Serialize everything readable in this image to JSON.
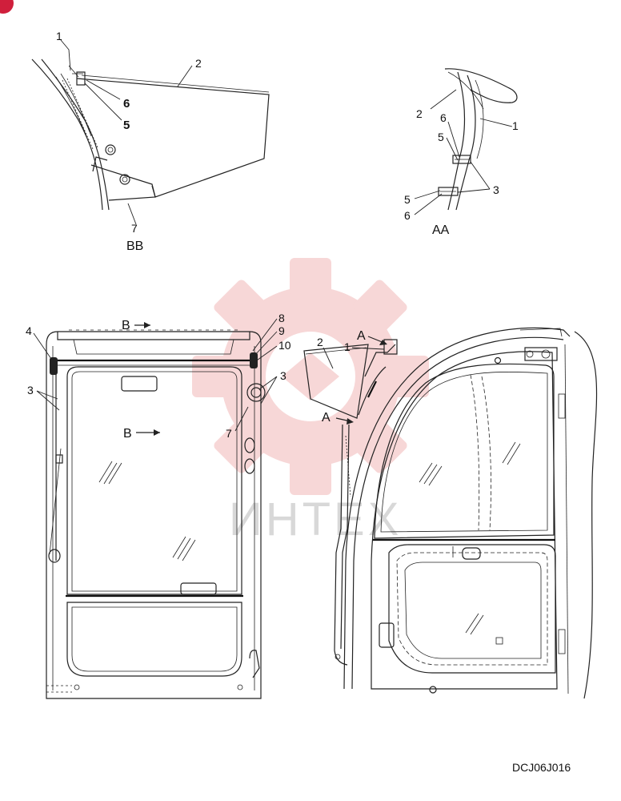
{
  "drawing_code": "DCJ06J016",
  "watermark": "ИНТЕХ",
  "view_bb": {
    "title": "BB",
    "callouts": [
      "1",
      "2",
      "6",
      "5",
      "7"
    ]
  },
  "view_aa": {
    "title": "AA",
    "callouts": [
      "2",
      "6",
      "5",
      "1",
      "3",
      "5",
      "6"
    ]
  },
  "front_view": {
    "callouts": [
      "4",
      "3",
      "8",
      "9",
      "10",
      "3",
      "7"
    ],
    "section_mark_top": "B",
    "section_mark_mid": "B"
  },
  "side_view": {
    "callouts": [
      "2",
      "1"
    ],
    "section_mark_top": "A",
    "section_mark_mid": "A"
  },
  "colors": {
    "line": "#222222",
    "watermark_gear": "#f1b7b7",
    "brand_badge": "#d01f3c"
  }
}
